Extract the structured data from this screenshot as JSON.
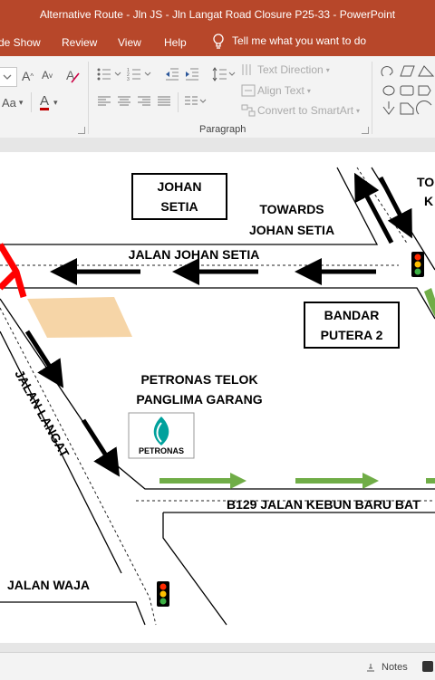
{
  "window": {
    "title": "Alternative Route - Jln JS - Jln Langat Road Closure P25-33  -  PowerPoint"
  },
  "tabs": [
    "de Show",
    "Review",
    "View",
    "Help"
  ],
  "tell_me": "Tell me what you want to do",
  "ribbon": {
    "text_direction": "Text Direction",
    "align_text": "Align Text",
    "convert_smartart": "Convert to SmartArt",
    "paragraph_label": "Paragraph"
  },
  "status": {
    "notes": "Notes"
  },
  "map": {
    "johan_setia": [
      "JOHAN",
      "SETIA"
    ],
    "towards_johan_setia": [
      "TOWARDS",
      "JOHAN SETIA"
    ],
    "towards_partial": [
      "TO",
      "K"
    ],
    "jalan_johan_setia": "JALAN JOHAN SETIA",
    "bandar_putera": [
      "BANDAR",
      "PUTERA 2"
    ],
    "petronas_label": [
      "PETRONAS TELOK",
      "PANGLIMA GARANG"
    ],
    "petronas_logo_text": "PETRONAS",
    "jalan_langat": "JALAN LANGAT",
    "b129": "B129 JALAN KEBUN BARU BAT",
    "jalan_waja": "JALAN WAJA"
  },
  "colors": {
    "title_bar": "#b7472a",
    "closure": "#ff0000",
    "detour_arrow": "#70ad47",
    "construction_zone": "#f6d5a7",
    "petronas": "#00a19c"
  }
}
